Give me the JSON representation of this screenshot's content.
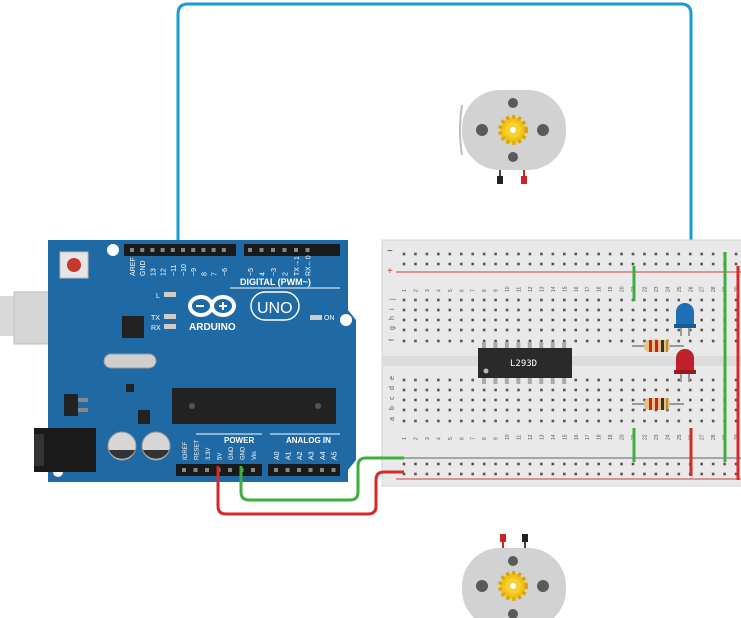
{
  "arduino": {
    "brand": "ARDUINO",
    "model": "UNO",
    "digital_label": "DIGITAL (PWM~)",
    "power_label": "POWER",
    "analog_label": "ANALOG IN",
    "on_label": "ON",
    "l_label": "L",
    "tx_label": "TX",
    "rx_label": "RX",
    "digital_pins": [
      "AREF",
      "GND",
      "13",
      "12",
      "~11",
      "~10",
      "~9",
      "8",
      "7",
      "~6",
      "~5",
      "4",
      "~3",
      "2",
      "TX→1",
      "RX←0"
    ],
    "power_pins": [
      "IOREF",
      "RESET",
      "3.3V",
      "5V",
      "GND",
      "GND",
      "Vin"
    ],
    "analog_pins": [
      "A0",
      "A1",
      "A2",
      "A3",
      "A4",
      "A5"
    ]
  },
  "breadboard": {
    "row_letters_top": [
      "j",
      "i",
      "h",
      "g",
      "f"
    ],
    "row_letters_bottom": [
      "e",
      "d",
      "c",
      "b",
      "a"
    ],
    "rail_plus": "+",
    "rail_minus": "−",
    "column_numbers": [
      "1",
      "2",
      "3",
      "4",
      "5",
      "6",
      "7",
      "8",
      "9",
      "10",
      "11",
      "12",
      "13",
      "14",
      "15",
      "16",
      "17",
      "18",
      "19",
      "20",
      "21",
      "22",
      "23",
      "24",
      "25",
      "26",
      "27",
      "28",
      "29",
      "30"
    ]
  },
  "components": {
    "ic_label": "L293D",
    "colors": {
      "wire_blue": "#1a9ad6",
      "wire_red": "#d62a2a",
      "wire_green": "#3fae3f",
      "board_blue": "#1f6aa5",
      "led_blue": "#1e6fb3",
      "led_red": "#c0202a"
    }
  }
}
